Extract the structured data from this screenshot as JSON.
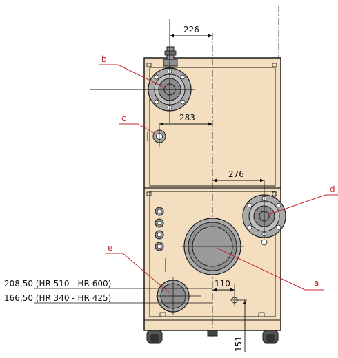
{
  "colors": {
    "body": "#f3dfbf",
    "outline": "#1a1a1a",
    "flange": "#a9a9a9",
    "flange_dark": "#6e6e6e",
    "callout": "#c3272b",
    "dim_line": "#111111"
  },
  "callouts": {
    "a": "a",
    "b": "b",
    "c": "c",
    "d": "d",
    "e": "e"
  },
  "dimensions": {
    "top_226": "226",
    "mid_283": "283",
    "right_276": "276",
    "bottom_110": "110",
    "bottom_151": "151",
    "height_hr510_600": "208,50 (HR 510 - HR 600)",
    "height_hr340_425": "166,50 (HR 340 - HR 425)"
  }
}
